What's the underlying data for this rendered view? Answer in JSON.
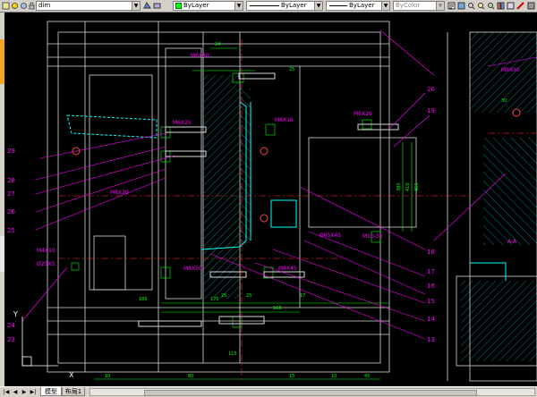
{
  "toolbar": {
    "layer_combo": "dim",
    "color_combo": "ByLayer",
    "linetype_combo": "ByLayer",
    "lineweight_combo": "ByLayer",
    "plotstyle_combo": "ByColor"
  },
  "tabs": {
    "nav": [
      "|◀",
      "◀",
      "▶",
      "▶|"
    ],
    "model": "模型",
    "layout1": "布局1"
  },
  "drawing": {
    "part_numbers": [
      "20",
      "19",
      "18",
      "17",
      "16",
      "15",
      "14",
      "13",
      "29",
      "28",
      "27",
      "26",
      "25",
      "24",
      "23"
    ],
    "callouts": {
      "m6x30": "M6X30",
      "m6x16": "M6X16",
      "m6x25": "M6X25",
      "m6x26": "M6X26",
      "m8x20": "M8X20",
      "m4x10": "M4X10",
      "d50x5": "Ø25X5",
      "m8x50": "M8X50",
      "m8x45": "M8X45",
      "d65x45": "Ø65X45",
      "m8x30": "M8X30",
      "m10x35": "M10-35"
    },
    "dims": [
      "455",
      "410",
      "380",
      "185",
      "175",
      "160",
      "24",
      "25",
      "25",
      "17",
      "10",
      "15",
      "10",
      "45",
      "80",
      "115",
      "25",
      "30"
    ],
    "section_label": "A-A",
    "axis_y": "Y",
    "axis_x": "X"
  }
}
